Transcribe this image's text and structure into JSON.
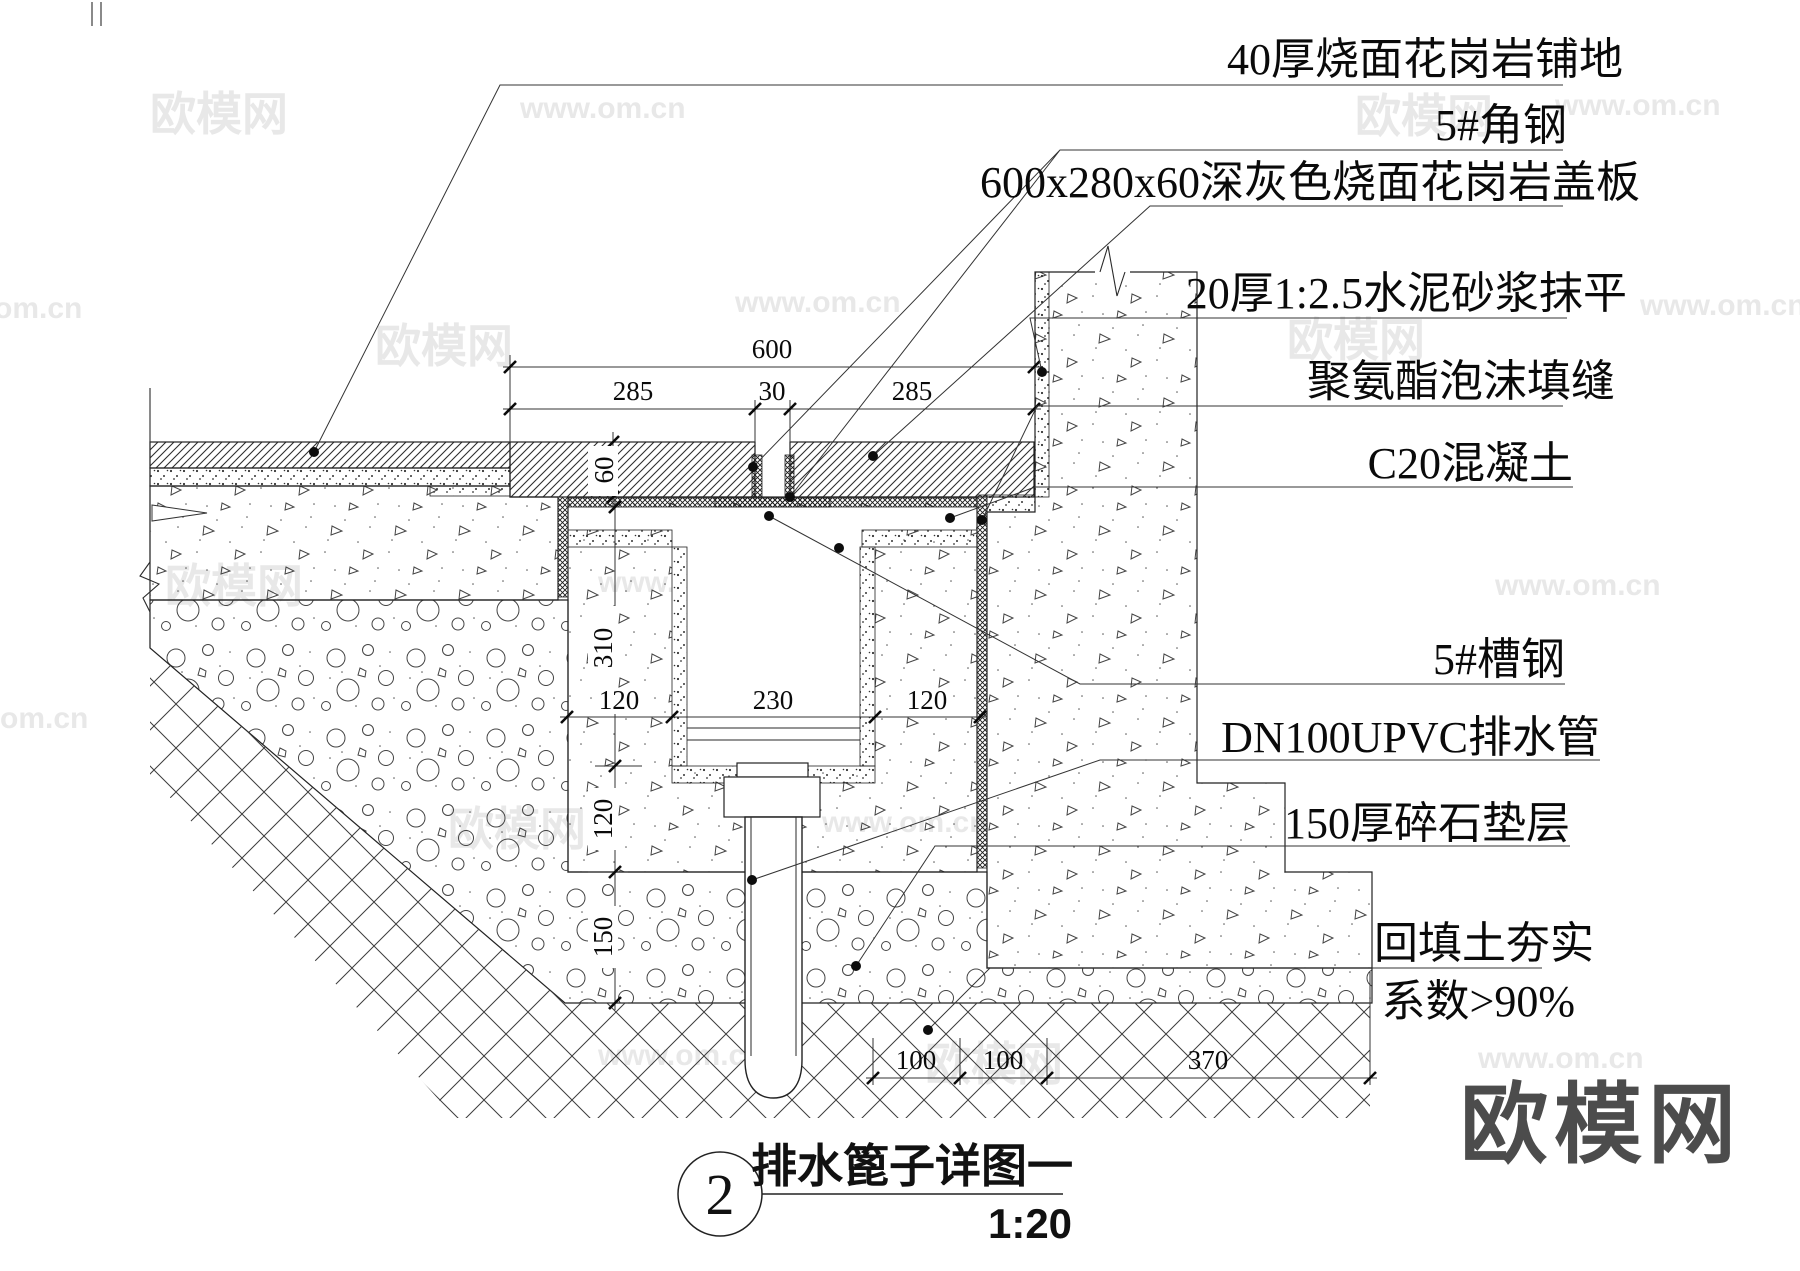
{
  "watermark": {
    "brand": "欧模网",
    "site": "www.om.cn",
    "short": "om.cn"
  },
  "logo_text": "欧模网",
  "callouts": [
    {
      "text": "40厚烧面花岗岩铺地"
    },
    {
      "text": "5#角钢"
    },
    {
      "text": "600x280x60深灰色烧面花岗岩盖板"
    },
    {
      "text": "20厚1:2.5水泥砂浆抹平"
    },
    {
      "text": "聚氨酯泡沫填缝"
    },
    {
      "text": "C20混凝土"
    },
    {
      "text": "5#槽钢"
    },
    {
      "text": "DN100UPVC排水管"
    },
    {
      "text": "150厚碎石垫层"
    },
    {
      "text": "回填土夯实"
    },
    {
      "text": "系数>90%"
    }
  ],
  "dimensions": {
    "top_total": "600",
    "top_left": "285",
    "slot": "30",
    "top_right": "285",
    "cover_thickness": "60",
    "channel_depth": "310",
    "wall_left": "120",
    "channel_width": "230",
    "wall_right": "120",
    "base_thickness": "120",
    "bed_thickness": "150",
    "bottom_1": "100",
    "bottom_2": "100",
    "bottom_3": "370"
  },
  "title_block": {
    "detail_number": "2",
    "title": "排水篦子详图一",
    "scale": "1:20"
  }
}
